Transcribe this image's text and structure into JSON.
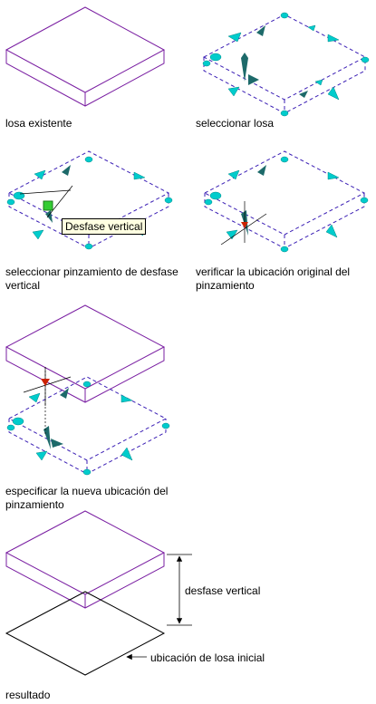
{
  "captions": {
    "existing": "losa existente",
    "select": "seleccionar losa",
    "select_grip": "seleccionar pinzamiento de desfase vertical",
    "verify": "verificar la ubicación original del pinzamiento",
    "specify": "especificar la nueva ubicación del pinzamiento",
    "result": "resultado"
  },
  "tooltip": "Desfase vertical",
  "annotations": {
    "vertical_offset": "desfase vertical",
    "initial_location": "ubicación de losa inicial"
  },
  "colors": {
    "slab_edge": "#7a1fa2",
    "selection_dash": "#3b1fb5",
    "grip_cyan": "#00cccc",
    "grip_teal": "#1d6a6a",
    "grip_hot": "#cc2200",
    "grip_green": "#33cc33",
    "tooltip_bg": "#ffffe1"
  }
}
